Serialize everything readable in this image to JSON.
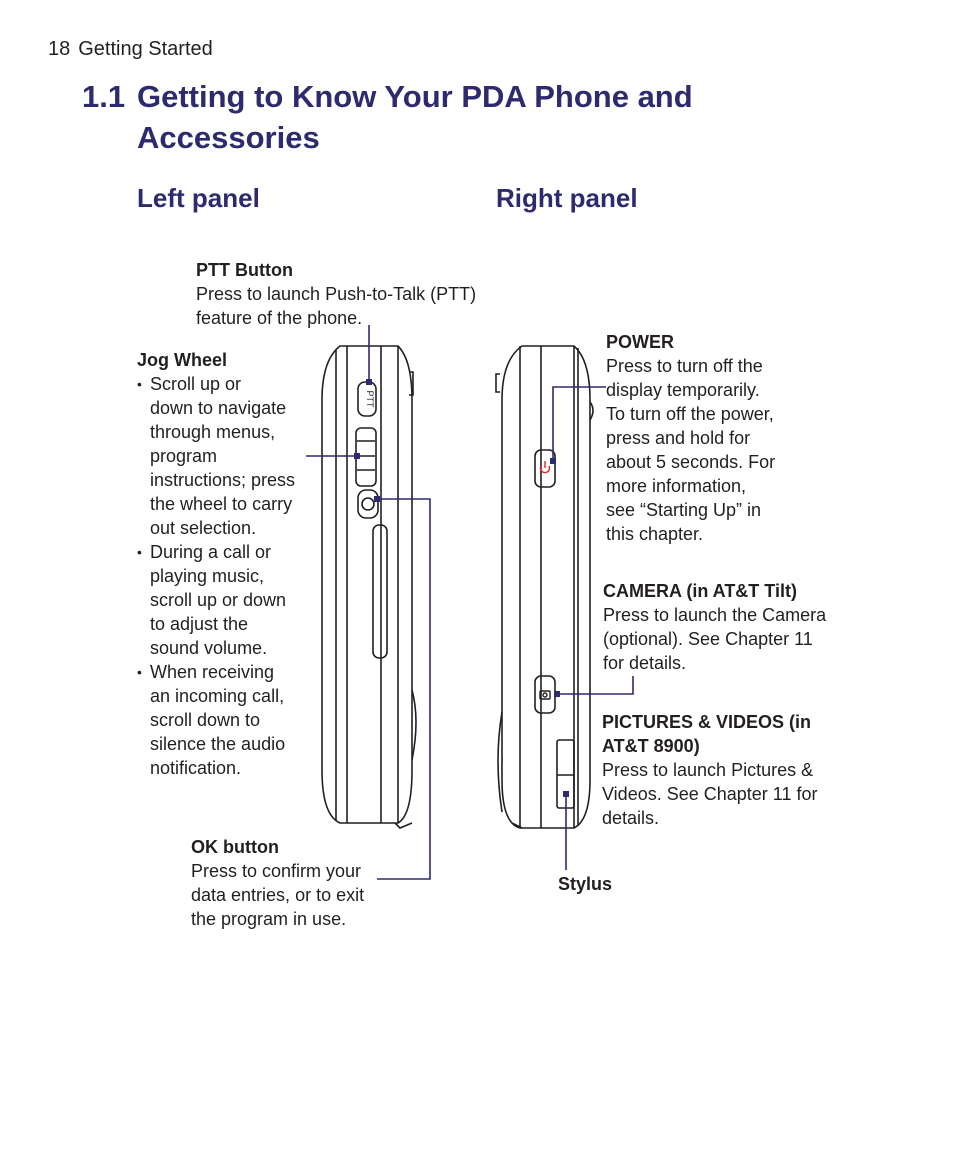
{
  "header": {
    "page_number": "18",
    "section": "Getting Started"
  },
  "title": {
    "number": "1.1",
    "line1": "Getting to Know Your PDA Phone and",
    "line2": "Accessories"
  },
  "left_panel": {
    "heading": "Left panel",
    "ptt_button": {
      "title": "PTT Button",
      "desc": [
        "Press to launch Push-to-Talk (PTT)",
        "feature of the phone."
      ]
    },
    "jog_wheel": {
      "title": "Jog Wheel",
      "bullets": [
        [
          "Scroll up or",
          "down to navigate",
          "through menus,",
          "program",
          "instructions; press",
          "the wheel to carry",
          "out selection."
        ],
        [
          "During a call or",
          "playing music,",
          "scroll up or down",
          "to adjust the",
          "sound volume."
        ],
        [
          "When receiving",
          "an incoming call,",
          "scroll down to",
          "silence the audio",
          "notification."
        ]
      ]
    },
    "ok_button": {
      "title": "OK button",
      "desc": [
        "Press to confirm your",
        "data entries, or to exit",
        "the program in use."
      ]
    },
    "ptt_label": "PTT"
  },
  "right_panel": {
    "heading": "Right panel",
    "power": {
      "title": "POWER",
      "desc": [
        "Press to turn off the",
        "display temporarily.",
        "To turn off the power,",
        "press and hold for",
        "about 5 seconds. For",
        "more information,",
        "see “Starting Up” in",
        "this chapter."
      ]
    },
    "camera": {
      "title": "CAMERA (in AT&T Tilt)",
      "desc": [
        "Press to launch the Camera",
        "(optional). See Chapter 11",
        "for details."
      ]
    },
    "pictures": {
      "title": [
        "PICTURES & VIDEOS (in",
        "AT&T 8900)"
      ],
      "desc": [
        "Press to launch Pictures &",
        "Videos. See Chapter 11 for",
        "details."
      ]
    },
    "stylus": {
      "title": "Stylus"
    }
  },
  "colors": {
    "title": "#2e2a6e",
    "leader": "#2e2a6e",
    "text": "#231f20",
    "power_icon": "#e0242b"
  }
}
